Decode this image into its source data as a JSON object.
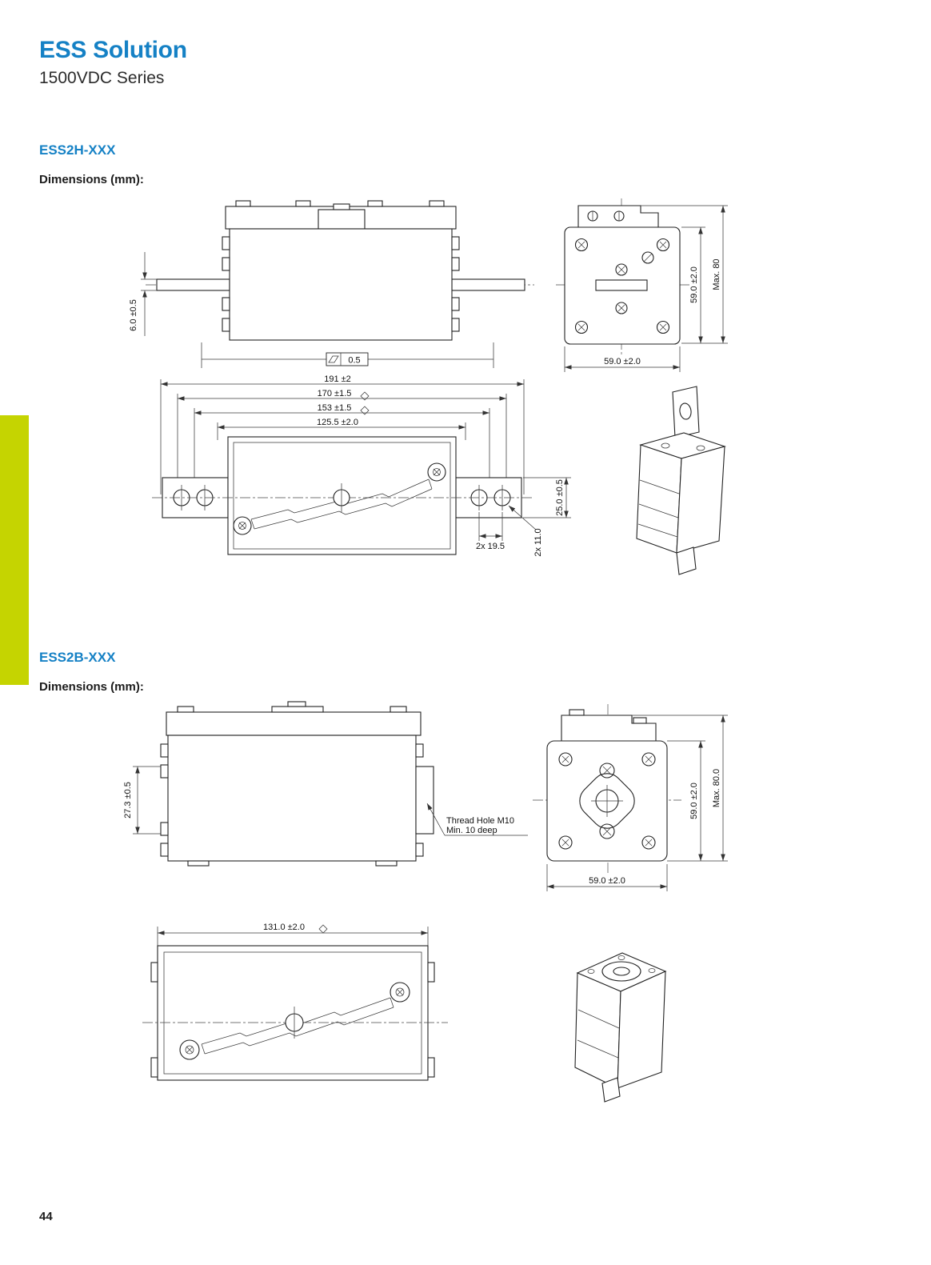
{
  "page": {
    "title": "ESS Solution",
    "subtitle": "1500VDC Series",
    "page_number": "44"
  },
  "colors": {
    "accent_blue": "#1581c5",
    "sidebar_green": "#c5d401",
    "drawing_line": "#222222"
  },
  "section1": {
    "heading": "ESS2H-XXX",
    "dimensions_label": "Dimensions (mm):",
    "dims": {
      "blade_thickness": "6.0 ±0.5",
      "flatness": "0.5",
      "front_height": "59.0 ±2.0",
      "front_max_height": "Max. 80",
      "front_width": "59.0 ±2.0",
      "overall_length": "191 ±2",
      "length_170": "170 ±1.5",
      "length_153": "153 ±1.5",
      "length_1255": "125.5 ±2.0",
      "blade_width": "25.0 ±0.5",
      "hole_pitch": "2x 19.5",
      "hole_size": "2x 11.0"
    }
  },
  "section2": {
    "heading": "ESS2B-XXX",
    "dimensions_label": "Dimensions (mm):",
    "dims": {
      "side_height": "27.3 ±0.5",
      "thread_note_line1": "Thread Hole M10",
      "thread_note_line2": "Min. 10 deep",
      "front_height": "59.0 ±2.0",
      "front_max_height": "Max. 80.0",
      "front_width": "59.0 ±2.0",
      "overall_length": "131.0 ±2.0"
    }
  }
}
